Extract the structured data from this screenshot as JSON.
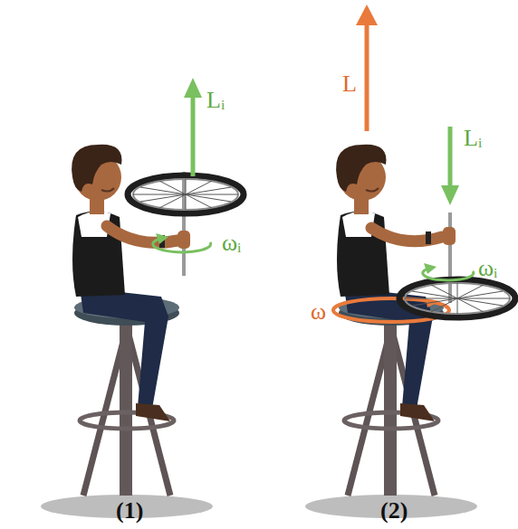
{
  "diagram": {
    "labels": [
      "Lᵢ",
      "ωᵢ",
      "(1)",
      "L",
      "Lᵢ",
      "ωᵢ",
      "ω",
      "(2)"
    ]
  }
}
